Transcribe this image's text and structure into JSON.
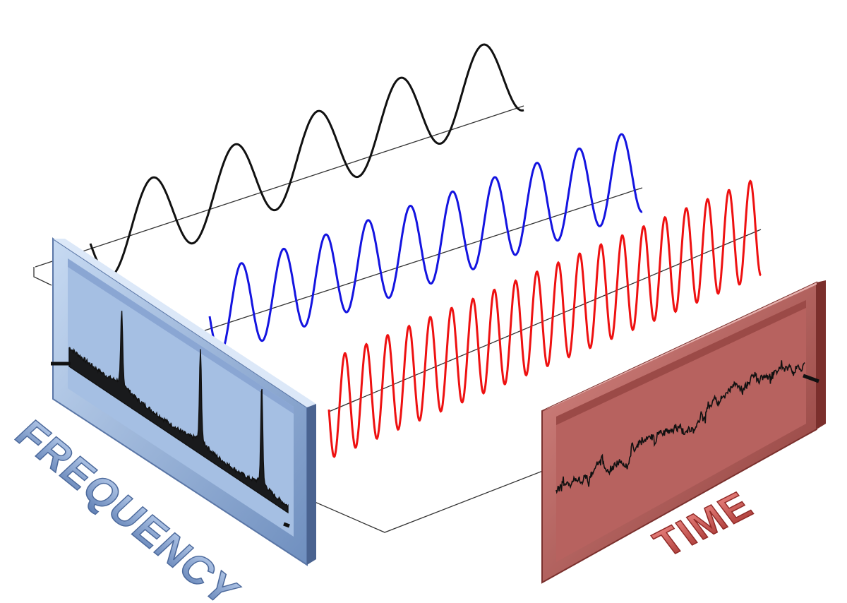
{
  "labels": {
    "frequency": "FREQUENCY",
    "time": "TIME"
  },
  "colors": {
    "background": "#ffffff",
    "low_freq_wave": "#111111",
    "mid_freq_wave": "#1414e0",
    "high_freq_wave": "#ee1111",
    "baseline": "#333333",
    "frequency_panel": "#9bb7dd",
    "frequency_label": "#7f9fd0",
    "time_panel": "#b45c5a",
    "time_label": "#c0504d",
    "trace": "#111111"
  },
  "waves": [
    {
      "name": "low",
      "color_key": "low_freq_wave"
    },
    {
      "name": "mid",
      "color_key": "mid_freq_wave"
    },
    {
      "name": "high",
      "color_key": "high_freq_wave"
    }
  ],
  "icons": [
    "frequency-spectrum-panel",
    "time-signal-panel"
  ]
}
